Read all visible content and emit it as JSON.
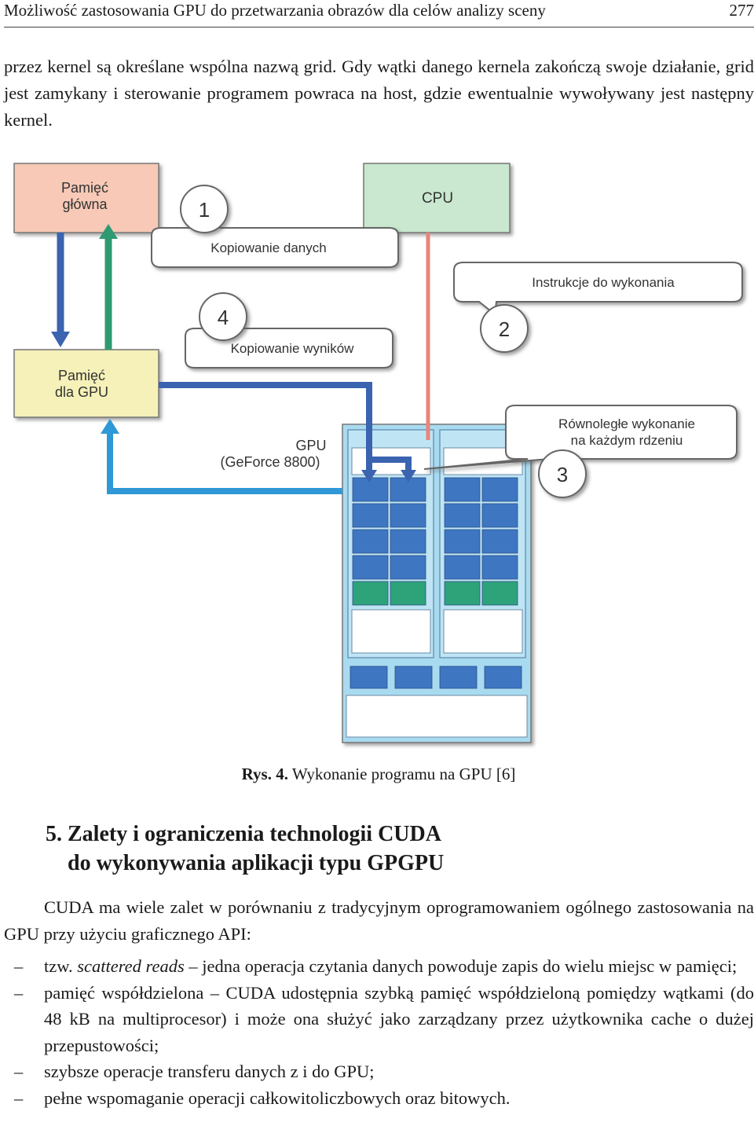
{
  "header": {
    "title": "Możliwość zastosowania GPU do przetwarzania obrazów dla celów analizy sceny",
    "page_number": "277"
  },
  "intro_paragraph": "przez kernel są określane wspólna nazwą grid. Gdy wątki danego kernela zakończą swoje działanie, grid jest zamykany i sterowanie programem powraca na host, gdzie ewentualnie wywoływany jest następny kernel.",
  "figure": {
    "main_memory_line1": "Pamięć",
    "main_memory_line2": "główna",
    "cpu_label": "CPU",
    "gpu_memory_line1": "Pamięć",
    "gpu_memory_line2": "dla GPU",
    "gpu_label_line1": "GPU",
    "gpu_label_line2": "(GeForce 8800)",
    "step1_number": "1",
    "step1_label": "Kopiowanie danych",
    "step2_number": "2",
    "step2_label": "Instrukcje do wykonania",
    "step3_number": "3",
    "step3_label_line1": "Równoległe wykonanie",
    "step3_label_line2": "na każdym rdzeniu",
    "step4_number": "4",
    "step4_label": "Kopiowanie wyników",
    "colors": {
      "main_memory": "#f7c9b6",
      "cpu": "#c9e8cf",
      "gpu_memory": "#f5f1b8",
      "gpu_body": "#a9dbf0",
      "core_blue": "#3e76c2",
      "core_green": "#2ea37a",
      "arrow_blue": "#3a63b0",
      "arrow_green": "#2f9a72",
      "arrow_cyan": "#2f98d6",
      "arrow_red": "#e8857a"
    }
  },
  "caption": {
    "label": "Rys. 4.",
    "text": "Wykonanie programu na GPU [6]"
  },
  "section": {
    "number": "5.",
    "title_line1": "Zalety i ograniczenia technologii CUDA",
    "title_line2": "do wykonywania aplikacji typu GPGPU"
  },
  "paragraph2": "CUDA ma wiele zalet w porównaniu z tradycyjnym oprogramowaniem ogólnego zastosowania na GPU przy użyciu graficznego API:",
  "list": {
    "dash": "–",
    "item1_prefix": "tzw. ",
    "item1_term": "scattered reads",
    "item1_rest": " – jedna operacja czytania danych powoduje zapis do wielu miejsc w pamięci;",
    "item2": "pamięć współdzielona – CUDA udostępnia szybką pamięć współdzieloną pomiędzy wątkami (do 48 kB na multiprocesor) i może ona służyć jako zarządzany przez użytkownika cache o dużej przepustowości;",
    "item3": "szybsze operacje transferu danych z i do GPU;",
    "item4": "pełne wspomaganie operacji całkowitoliczbowych oraz bitowych."
  }
}
